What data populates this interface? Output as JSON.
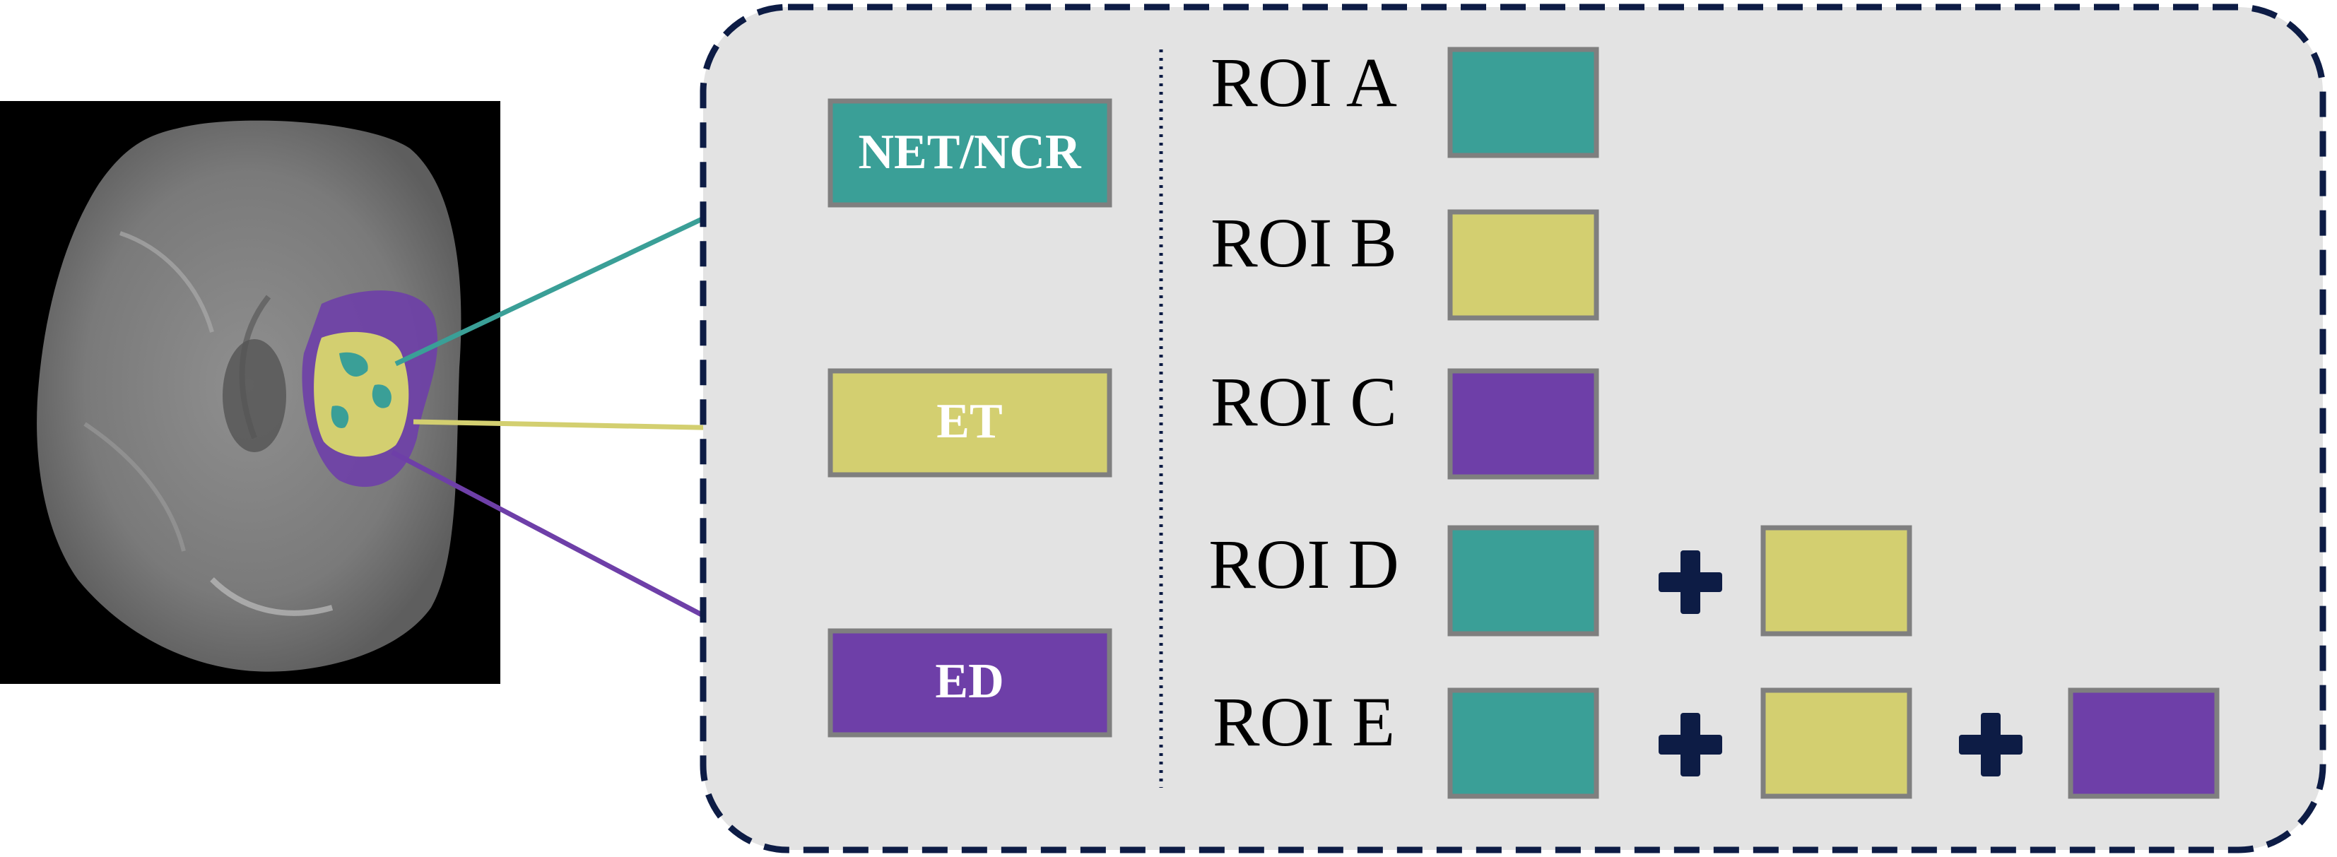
{
  "colors": {
    "teal": "#3a9f97",
    "yellow": "#d3cf70",
    "purple": "#6e3fa8",
    "panel_bg": "#e3e3e3",
    "panel_border": "#0d1c45",
    "swatch_border": "#7f7f7f",
    "scan_bg": "#000000"
  },
  "scan": {
    "overlay_colors": [
      "yellow",
      "teal",
      "purple"
    ]
  },
  "regions": [
    {
      "id": "net-ncr",
      "label": "NET/NCR",
      "color": "teal"
    },
    {
      "id": "et",
      "label": "ET",
      "color": "yellow"
    },
    {
      "id": "ed",
      "label": "ED",
      "color": "purple"
    }
  ],
  "rois": [
    {
      "label": "ROI A",
      "components": [
        "teal"
      ]
    },
    {
      "label": "ROI B",
      "components": [
        "yellow"
      ]
    },
    {
      "label": "ROI C",
      "components": [
        "purple"
      ]
    },
    {
      "label": "ROI D",
      "components": [
        "teal",
        "yellow"
      ]
    },
    {
      "label": "ROI E",
      "components": [
        "teal",
        "yellow",
        "purple"
      ]
    }
  ],
  "plus_symbol": "+"
}
